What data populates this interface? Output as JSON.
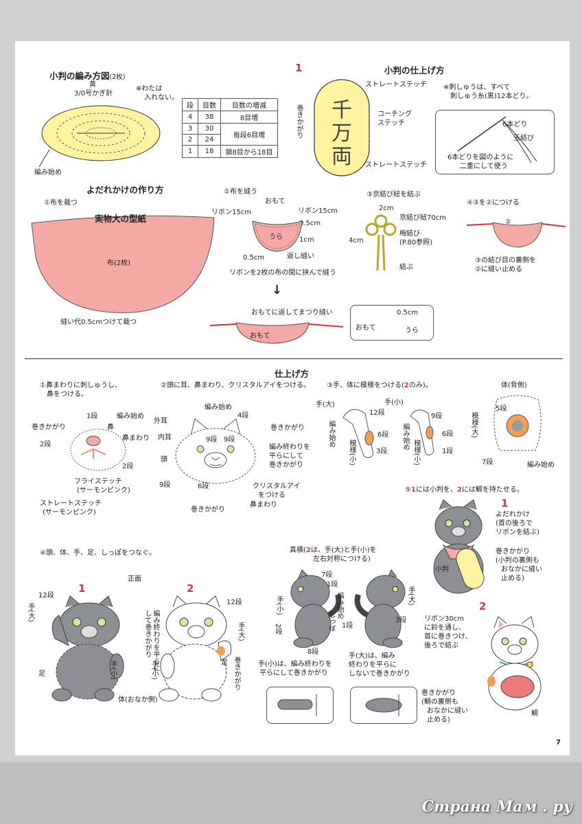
{
  "koban_chart": {
    "title": "小判の編み方図",
    "count": "(2枚)",
    "yarn": "黄",
    "hook": "3/0号かぎ針",
    "stuffing_note_1": "※わたは",
    "stuffing_note_2": "入れない。",
    "start_label": "編み始め",
    "table": {
      "headers": [
        "段",
        "目数",
        "目数の増減"
      ],
      "rows": [
        [
          "4",
          "38",
          "8目増"
        ],
        [
          "3",
          "30",
          "毎段6目増"
        ],
        [
          "2",
          "24",
          ""
        ],
        [
          "1",
          "18",
          "鎖8目から18目"
        ]
      ]
    }
  },
  "koban_finish": {
    "num": "1",
    "title": "小判の仕上げ方",
    "straight_top": "ストレートステッチ",
    "wrap_stitch": "巻きかがり",
    "couching_1": "コーチング",
    "couching_2": "ステッチ",
    "straight_bottom": "ストレートステッチ",
    "note_1": "※刺しゅうは、すべて",
    "note_2": "刺しゅう糸(黒)12本どり。",
    "six_strand": "6本どり",
    "knot": "玉結び",
    "fold_1": "6本どりを図のように",
    "fold_2": "二重にして使う"
  },
  "bib": {
    "title": "よだれかけの作り方",
    "step1": "①布を裁つ",
    "pattern_title": "実物大の型紙",
    "fabric": "布(2枚)",
    "seam": "縫い代0.5cmつけて裁つ",
    "step2": "②布を縫う",
    "front": "おもて",
    "ribbon_left": "リボン15cm",
    "ribbon_right": "リボン15cm",
    "half_cm_a": "0.5cm",
    "back": "うら",
    "one_cm": "1cm",
    "half_cm_b": "0.5cm",
    "backstitch": "返し縫い",
    "sandwich_note": "リボンを2枚の布の間に挟んで縫う",
    "turn_note": "おもてに返してまつり縫い",
    "front_b": "おもて",
    "detail_cm": "0.5cm",
    "detail_front": "おもて",
    "detail_back": "うら",
    "step3": "③京結び紐を結ぶ",
    "width_cm": "2cm",
    "cord": "京結び紐70cm",
    "height_cm": "4cm",
    "plum_knot": "梅結び",
    "plum_ref": "(P.80参照)",
    "tie": "結ぶ",
    "step4": "④③を②につける",
    "circle2": "②",
    "attach_1": "③の結び目の裏側を",
    "attach_2": "②に縫い止める"
  },
  "finish": {
    "title": "仕上げ方",
    "s1_line1": "①鼻まわりに刺しゅうし、",
    "s1_line2": "鼻をつける。",
    "s1_row1": "1段",
    "s1_start": "編み始め",
    "s1_wrap": "巻きかがり",
    "s1_nose": "鼻",
    "s1_round": "鼻まわり",
    "s1_row2a": "2段",
    "s1_row2b": "2段",
    "s1_fly_1": "フライステッチ",
    "s1_fly_2": "(サーモンピンク)",
    "s1_straight_1": "ストレートステッチ",
    "s1_straight_2": "(サーモンピンク)",
    "s2_line": "②頭に耳、鼻まわり、クリスタルアイをつける。",
    "s2_start": "編み始め",
    "s2_outer_ear": "外耳",
    "s2_row4": "4段",
    "s2_wrap": "巻きかがり",
    "s2_inner_ear": "内耳",
    "s2_row9a": "9段",
    "s2_row9b": "9段",
    "s2_flat_1": "編み終わりを",
    "s2_flat_2": "平らにして",
    "s2_flat_3": "巻きかがり",
    "s2_head": "頭",
    "s2_row9c": "9段",
    "s2_row6": "6段",
    "s2_eye_1": "クリスタルアイ",
    "s2_eye_2": "をつける",
    "s2_wrap2": "巻きかがり",
    "s2_noseround": "鼻まわり",
    "s3_line_a": "③手、体に模様をつける(",
    "s3_num": "2",
    "s3_line_b": "のみ)。",
    "s3_hand_large": "手(大)",
    "s3_row12a": "12段",
    "s3_hand_small": "手(小)",
    "s3_row9": "9段",
    "s3_start_a": "編み始め",
    "s3_row6a": "6段",
    "s3_pattern_small_a": "模様(小)",
    "s3_row3": "3段",
    "s3_row6b": "6段",
    "s3_start_b": "編み始め",
    "s3_pattern_small_b": "模様(小)",
    "s3_row1": "1段",
    "s3_body_back": "体(背側)",
    "s3_row5": "5段",
    "s3_pattern_large": "模様(大)",
    "s3_row7": "7段",
    "s3_start_c": "編み始め",
    "s5_line_a": "⑤",
    "s5_num1": "1",
    "s5_line_b": "には小判を、",
    "s5_num2": "2",
    "s5_line_c": "には鯛を持たせる。",
    "s5_cat1": "1",
    "s5_bib_1": "よだれかけ",
    "s5_bib_2": "(首の後ろで",
    "s5_bib_3": "リボンを結ぶ)",
    "s5_wrap_1": "巻きかがり",
    "s5_wrap_2": "(小判の裏側も",
    "s5_wrap_3": "おなかに縫い",
    "s5_wrap_4": "止める)",
    "s5_koban": "小判",
    "s5_cat2": "2",
    "s5_ribbon_1": "リボン30cm",
    "s5_ribbon_2": "に鈴を通し、",
    "s5_ribbon_3": "首に巻きつけ、",
    "s5_ribbon_4": "後ろで結ぶ",
    "s5_wrap2_1": "巻きかがり",
    "s5_wrap2_2": "(鯛の裏側も",
    "s5_wrap2_3": "おなかに縫い",
    "s5_wrap2_4": "止める)",
    "s5_tai": "鯛",
    "s4_line": "④頭、体、手、足、しっぽをつなぐ。",
    "s4_front": "正面",
    "s4_cat1": "1",
    "s4_cat2": "2",
    "s4_row12a": "12段",
    "s4_row12b": "12段",
    "s4_hand_large_a": "手(大)",
    "s4_flat_1": "編み終わりを平らに",
    "s4_flat_2": "して巻きかがり",
    "s4_hand_large_b": "手(大)",
    "s4_hand_small_a": "手(小)",
    "s4_hand_small_b": "手(小)",
    "s4_foot_a": "足",
    "s4_foot_b": "足",
    "s4_wrap": "巻きかがり",
    "s4_belly": "体(おなか側)",
    "side_line_a": "真横(",
    "side_num": "2",
    "side_line_b": "は、手(大)と手(小)を",
    "side_line_c": "左右対称につける)",
    "side_row7": "7段",
    "side_row1a": "1段",
    "side_hand_small": "手(小)",
    "side_start": "編み始め",
    "side_tail": "しっぽ",
    "side_row2": "2段",
    "side_row8": "8段",
    "side_hand_large": "手(大)",
    "side_row1b": "1段",
    "side_row3": "3段",
    "side_note_small_1": "手(小)は、編み終わりを",
    "side_note_small_2": "平らにして巻きかがり",
    "side_note_large_1": "手(大)は、編み",
    "side_note_large_2": "終わりを平らに",
    "side_note_large_3": "しないで巻きかがり"
  },
  "page_number": "7",
  "watermark": "Страна Мам . ру",
  "colors": {
    "pink_fabric": "#f4a9a4",
    "yellow_koban": "#fff3a0",
    "gray_cat": "#8c8f93",
    "orange_pattern": "#f0a050",
    "number_red": "#c83c4c"
  }
}
